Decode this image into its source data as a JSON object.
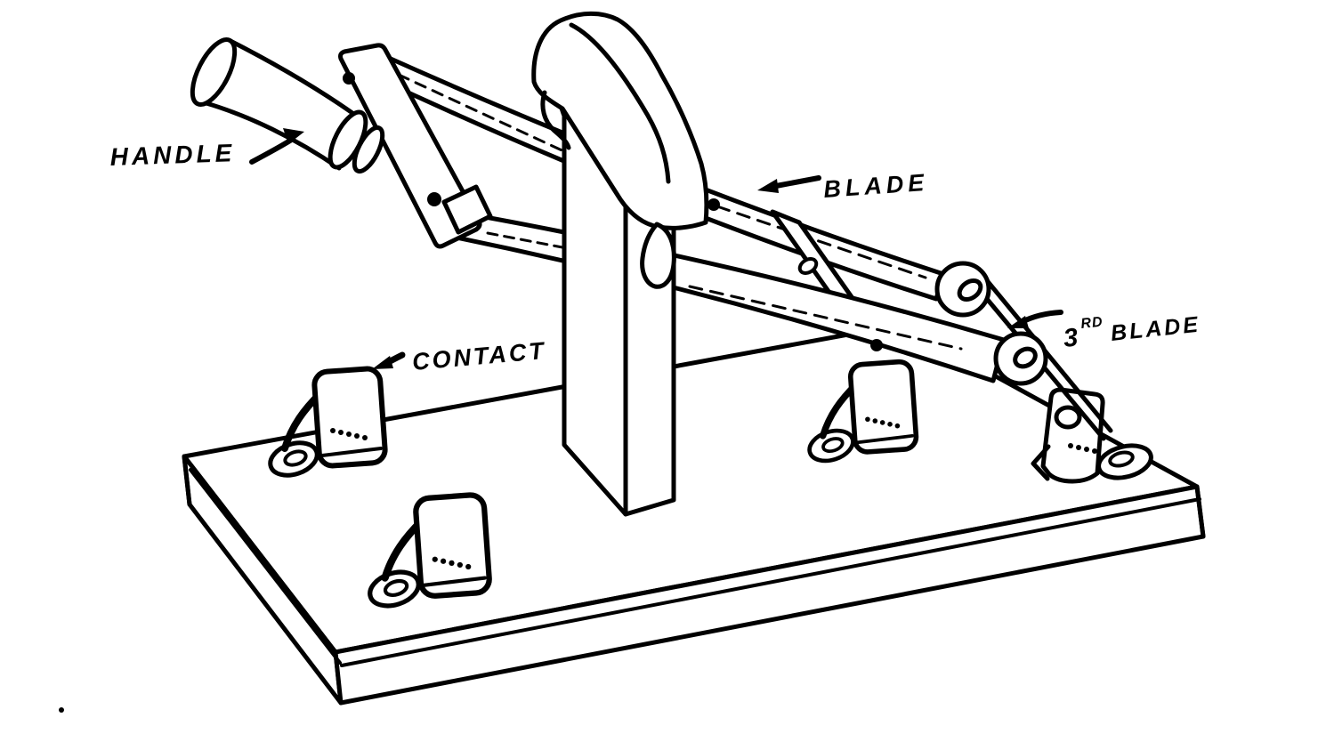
{
  "figure": {
    "ink_color": "#000000",
    "background_color": "#ffffff"
  },
  "labels": {
    "handle": "HANDLE",
    "blade": "BLADE",
    "contact": "CONTACT",
    "third_blade_number": "3",
    "third_blade_superscript": "RD",
    "third_blade_word": "BLADE"
  }
}
